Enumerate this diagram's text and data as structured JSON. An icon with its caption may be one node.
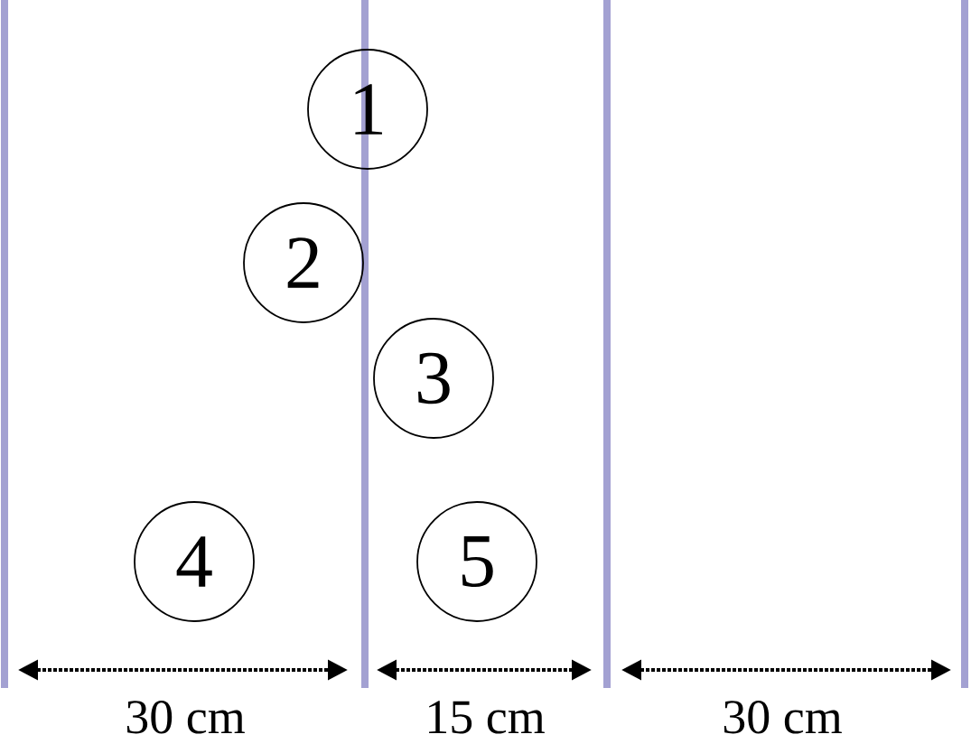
{
  "diagram": {
    "nodes": [
      {
        "text": [
          "1"
        ]
      },
      {
        "text": [
          "2"
        ]
      },
      {
        "text": [
          "3"
        ]
      },
      {
        "text": [
          "4"
        ]
      },
      {
        "text": [
          "5"
        ]
      }
    ],
    "labels": [
      "30 cm",
      "15 cm",
      "30 cm"
    ]
  }
}
